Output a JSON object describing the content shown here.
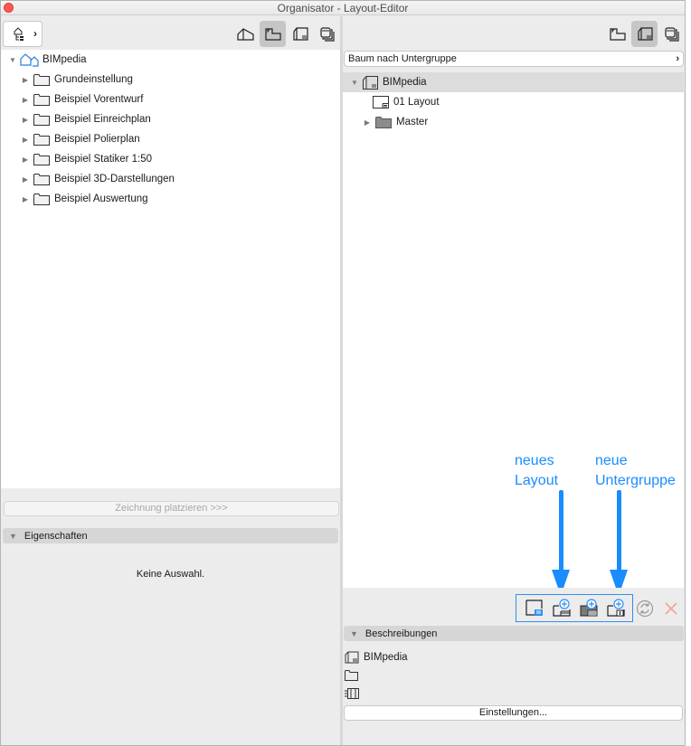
{
  "window": {
    "title": "Organisator - Layout-Editor"
  },
  "left_panel": {
    "toolbar": {
      "nav_button": "tree-navigator",
      "views": [
        {
          "name": "project-map-icon",
          "active": false
        },
        {
          "name": "view-map-icon",
          "active": true
        },
        {
          "name": "layout-book-icon",
          "active": false
        },
        {
          "name": "publisher-sets-icon",
          "active": false
        }
      ]
    },
    "tree": {
      "root": {
        "label": "BIMpedia",
        "expanded": true
      },
      "items": [
        {
          "label": "Grundeinstellung"
        },
        {
          "label": "Beispiel Vorentwurf"
        },
        {
          "label": "Beispiel Einreichplan"
        },
        {
          "label": "Beispiel Polierplan"
        },
        {
          "label": "Beispiel Statiker 1:50"
        },
        {
          "label": "Beispiel 3D-Darstellungen"
        },
        {
          "label": "Beispiel Auswertung"
        }
      ]
    },
    "place_button": "Zeichnung platzieren >>>",
    "properties": {
      "header": "Eigenschaften",
      "empty_text": "Keine Auswahl."
    }
  },
  "right_panel": {
    "toolbar": {
      "views": [
        {
          "name": "view-map-icon",
          "active": false
        },
        {
          "name": "layout-book-icon",
          "active": true
        },
        {
          "name": "publisher-sets-icon",
          "active": false
        }
      ]
    },
    "combo": {
      "value": "Baum nach Untergruppe",
      "chevron": "›"
    },
    "tree": {
      "root": {
        "label": "BIMpedia",
        "expanded": true,
        "selected": true
      },
      "items": [
        {
          "label": "01 Layout",
          "type": "layout"
        },
        {
          "label": "Master",
          "type": "master-folder",
          "expandable": true
        }
      ]
    },
    "bottom_bar": {
      "buttons": [
        {
          "name": "new-layout-button",
          "tooltip": "neues Layout"
        },
        {
          "name": "new-subset-button",
          "tooltip": "neue Untergruppe"
        },
        {
          "name": "new-master-button"
        },
        {
          "name": "new-subset-alt-button"
        },
        {
          "name": "refresh-button"
        },
        {
          "name": "delete-button"
        }
      ]
    },
    "annotations": [
      {
        "line1": "neues",
        "line2": "Layout"
      },
      {
        "line1": "neue",
        "line2": "Untergruppe"
      }
    ],
    "descriptions": {
      "header": "Beschreibungen",
      "rows": [
        {
          "icon": "layout-book-icon",
          "label": "BIMpedia"
        },
        {
          "icon": "folder-icon",
          "label": ""
        },
        {
          "icon": "master-layout-icon",
          "label": ""
        }
      ],
      "settings_button": "Einstellungen..."
    }
  },
  "colors": {
    "accent_blue": "#1a8cff",
    "highlight_border": "#2f8ff5",
    "delete_red": "#f5a3a0",
    "close_red": "#fc5753",
    "panel_bg": "#ececec",
    "selected_row": "#dcdcdc"
  }
}
